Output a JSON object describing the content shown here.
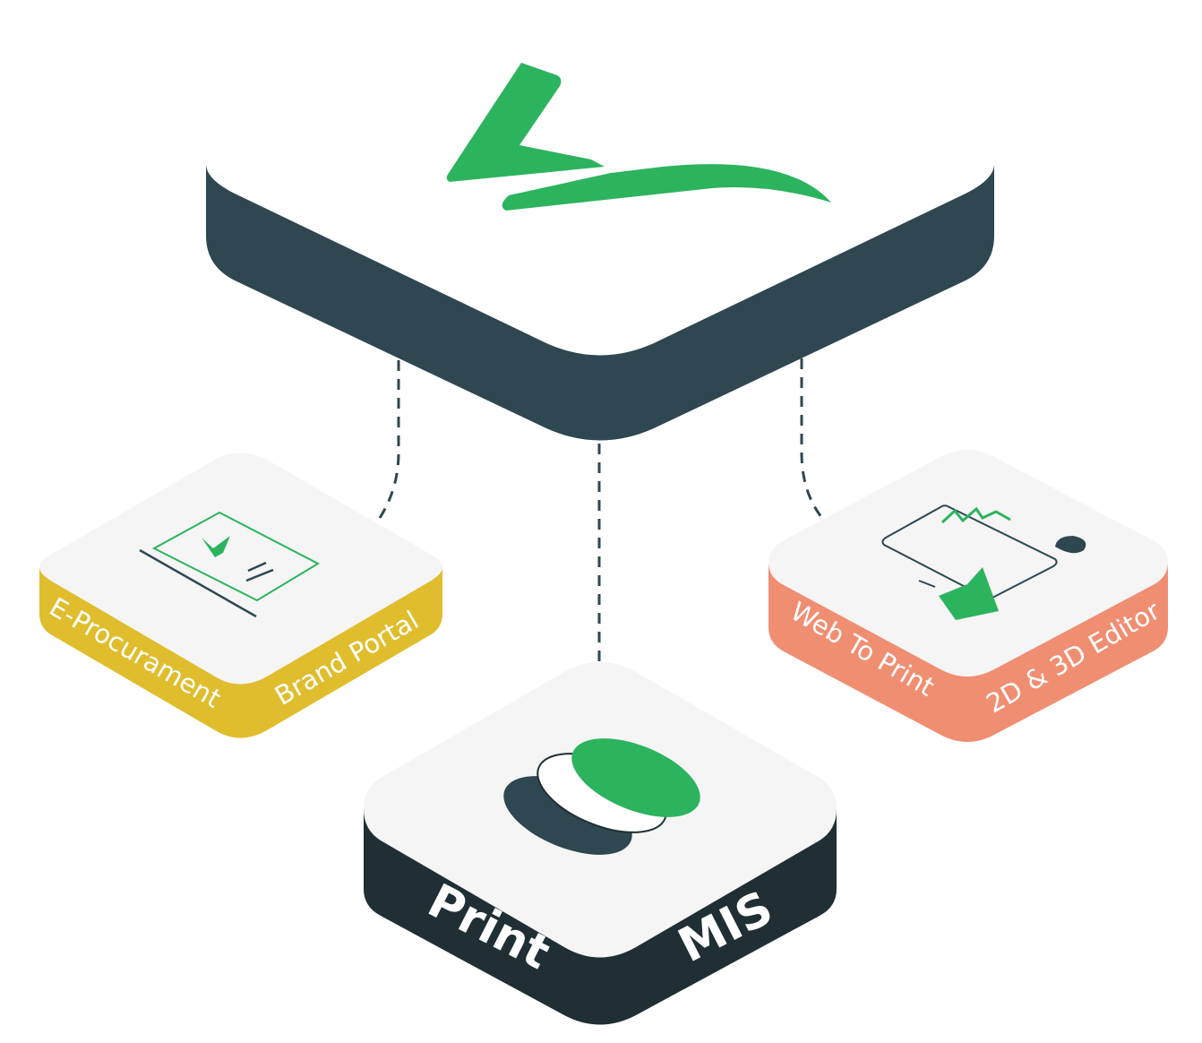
{
  "diagram": {
    "colors": {
      "green": "#2cb35e",
      "dark": "#2e4750",
      "darker": "#1f2f33",
      "face": "#f6f6f6",
      "yellow": "#e0bd2d",
      "salmon": "#f08e72",
      "connector": "#2e4750"
    },
    "hub": {
      "icon": "logo-check-icon"
    },
    "modules": {
      "procurement": {
        "icon": "web-portal-window-icon",
        "label_left": "E-Procurament",
        "label_right": "Brand Portal"
      },
      "print_mis": {
        "icon": "print-mis-discs-icon",
        "label_left": "Print",
        "label_right": "MIS"
      },
      "web_to_print": {
        "icon": "editor-canvas-icon",
        "label_left": "Web To Print",
        "label_right": "2D & 3D Editor"
      }
    }
  }
}
